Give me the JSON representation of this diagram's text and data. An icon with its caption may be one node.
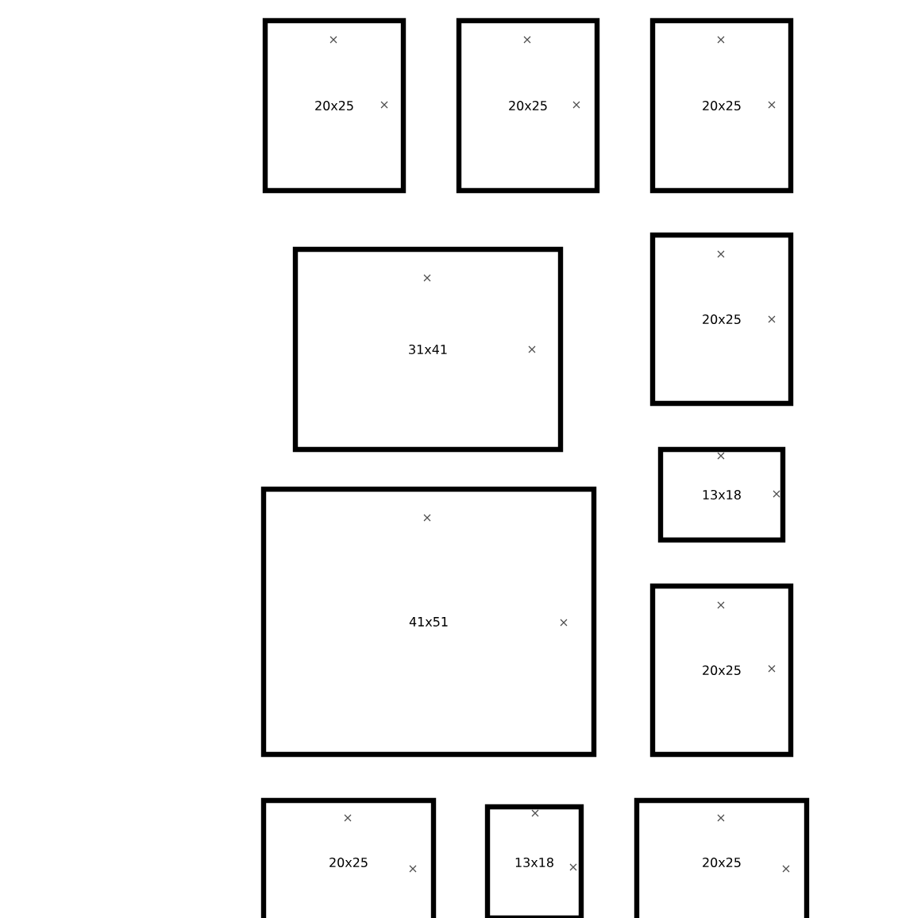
{
  "diagram": {
    "nodes": [
      {
        "text": [
          "20x25"
        ]
      },
      {
        "text": [
          "20x25"
        ]
      },
      {
        "text": [
          "20x25"
        ]
      },
      {
        "text": [
          "31x41"
        ]
      },
      {
        "text": [
          "20x25"
        ]
      },
      {
        "text": [
          "13x18"
        ]
      },
      {
        "text": [
          "41x51"
        ]
      },
      {
        "text": [
          "20x25"
        ]
      },
      {
        "text": [
          "20x25"
        ]
      },
      {
        "text": [
          "13x18"
        ]
      },
      {
        "text": [
          "20x25"
        ]
      }
    ]
  }
}
